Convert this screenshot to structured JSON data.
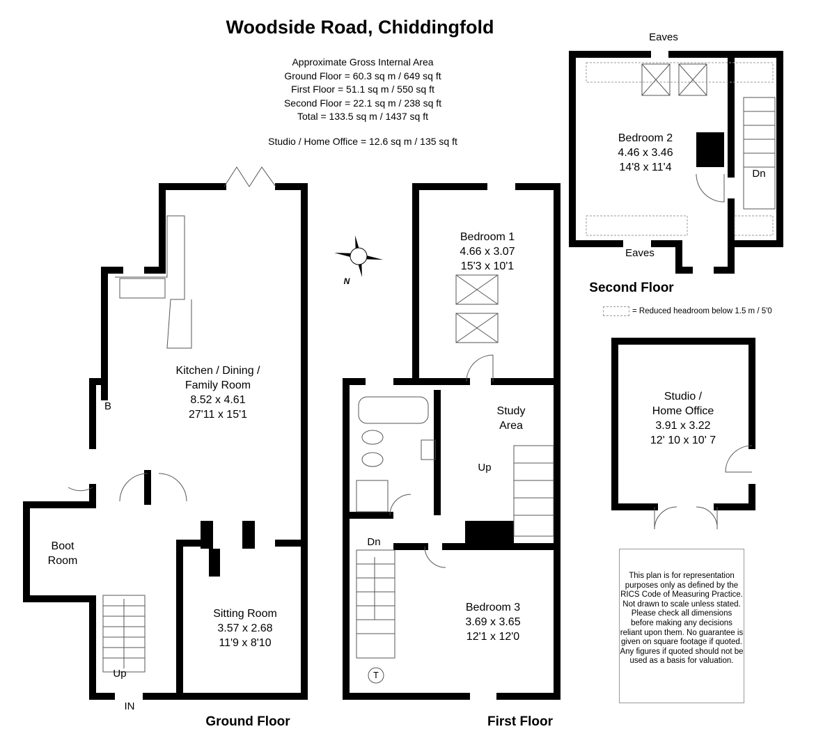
{
  "title": "Woodside Road, Chiddingfold",
  "area": {
    "heading": "Approximate Gross Internal Area",
    "ground": "Ground Floor = 60.3 sq m / 649 sq ft",
    "first": "First Floor = 51.1 sq m / 550 sq ft",
    "second": "Second Floor = 22.1 sq m / 238 sq ft",
    "total": "Total = 133.5 sq m / 1437 sq ft",
    "studio": "Studio / Home Office = 12.6 sq m / 135 sq ft"
  },
  "floors": {
    "ground": "Ground Floor",
    "first": "First Floor",
    "second": "Second Floor"
  },
  "rooms": {
    "kitchen": {
      "name1": "Kitchen / Dining /",
      "name2": "Family Room",
      "metric": "8.52 x 4.61",
      "imperial": "27'11 x 15'1"
    },
    "sitting": {
      "name": "Sitting Room",
      "metric": "3.57 x 2.68",
      "imperial": "11'9 x 8'10"
    },
    "boot": {
      "name1": "Boot",
      "name2": "Room"
    },
    "bedroom1": {
      "name": "Bedroom 1",
      "metric": "4.66 x 3.07",
      "imperial": "15'3 x 10'1"
    },
    "study": {
      "name1": "Study",
      "name2": "Area"
    },
    "bedroom3": {
      "name": "Bedroom 3",
      "metric": "3.69 x 3.65",
      "imperial": "12'1 x 12'0"
    },
    "bedroom2": {
      "name": "Bedroom 2",
      "metric": "4.46 x 3.46",
      "imperial": "14'8 x 11'4"
    },
    "studio": {
      "name1": "Studio /",
      "name2": "Home Office",
      "metric": "3.91 x 3.22",
      "imperial": "12' 10 x 10' 7"
    }
  },
  "labels": {
    "up_ground": "Up",
    "in": "IN",
    "boiler": "B",
    "up_first": "Up",
    "dn_first": "Dn",
    "tank": "T",
    "dn_second": "Dn",
    "eaves_top": "Eaves",
    "eaves_bottom": "Eaves",
    "north": "N"
  },
  "legend": "= Reduced headroom below 1.5 m / 5'0",
  "disclaimer": "This plan is for representation purposes only as defined by the RICS Code of Measuring Practice. Not drawn to scale unless stated. Please check all dimensions before making any decisions reliant upon them. No guarantee is given on square footage if quoted. Any figures if quoted should not be used as a basis for valuation."
}
